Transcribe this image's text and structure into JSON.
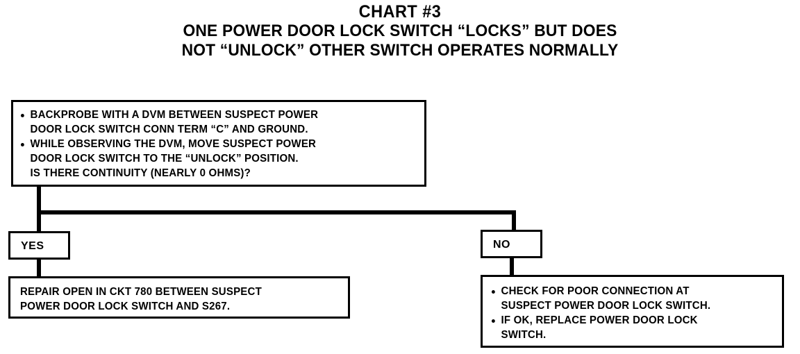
{
  "title": {
    "chart_number": "CHART #3",
    "subtitle_line1": "ONE POWER DOOR LOCK SWITCH “LOCKS” BUT DOES",
    "subtitle_line2": "NOT “UNLOCK” OTHER SWITCH OPERATES NORMALLY"
  },
  "diagram": {
    "type": "flowchart",
    "question_box": {
      "bullets": [
        {
          "lines": [
            "BACKPROBE WITH A DVM BETWEEN SUSPECT POWER",
            "DOOR LOCK SWITCH CONN TERM “C” AND GROUND."
          ]
        },
        {
          "lines": [
            "WHILE OBSERVING THE DVM, MOVE SUSPECT POWER",
            "DOOR LOCK SWITCH TO THE “UNLOCK” POSITION.",
            "IS THERE CONTINUITY (NEARLY 0 OHMS)?"
          ]
        }
      ]
    },
    "branches": [
      {
        "label": "YES",
        "result_lines": [
          "REPAIR OPEN IN CKT 780 BETWEEN SUSPECT",
          "POWER DOOR LOCK SWITCH AND S267."
        ]
      },
      {
        "label": "NO",
        "result_bullets": [
          {
            "lines": [
              "CHECK FOR POOR CONNECTION AT",
              "SUSPECT POWER DOOR LOCK SWITCH."
            ]
          },
          {
            "lines": [
              "IF OK, REPLACE POWER DOOR LOCK",
              "SWITCH."
            ]
          }
        ]
      }
    ]
  },
  "colors": {
    "ink": "#000000",
    "paper": "#ffffff"
  }
}
